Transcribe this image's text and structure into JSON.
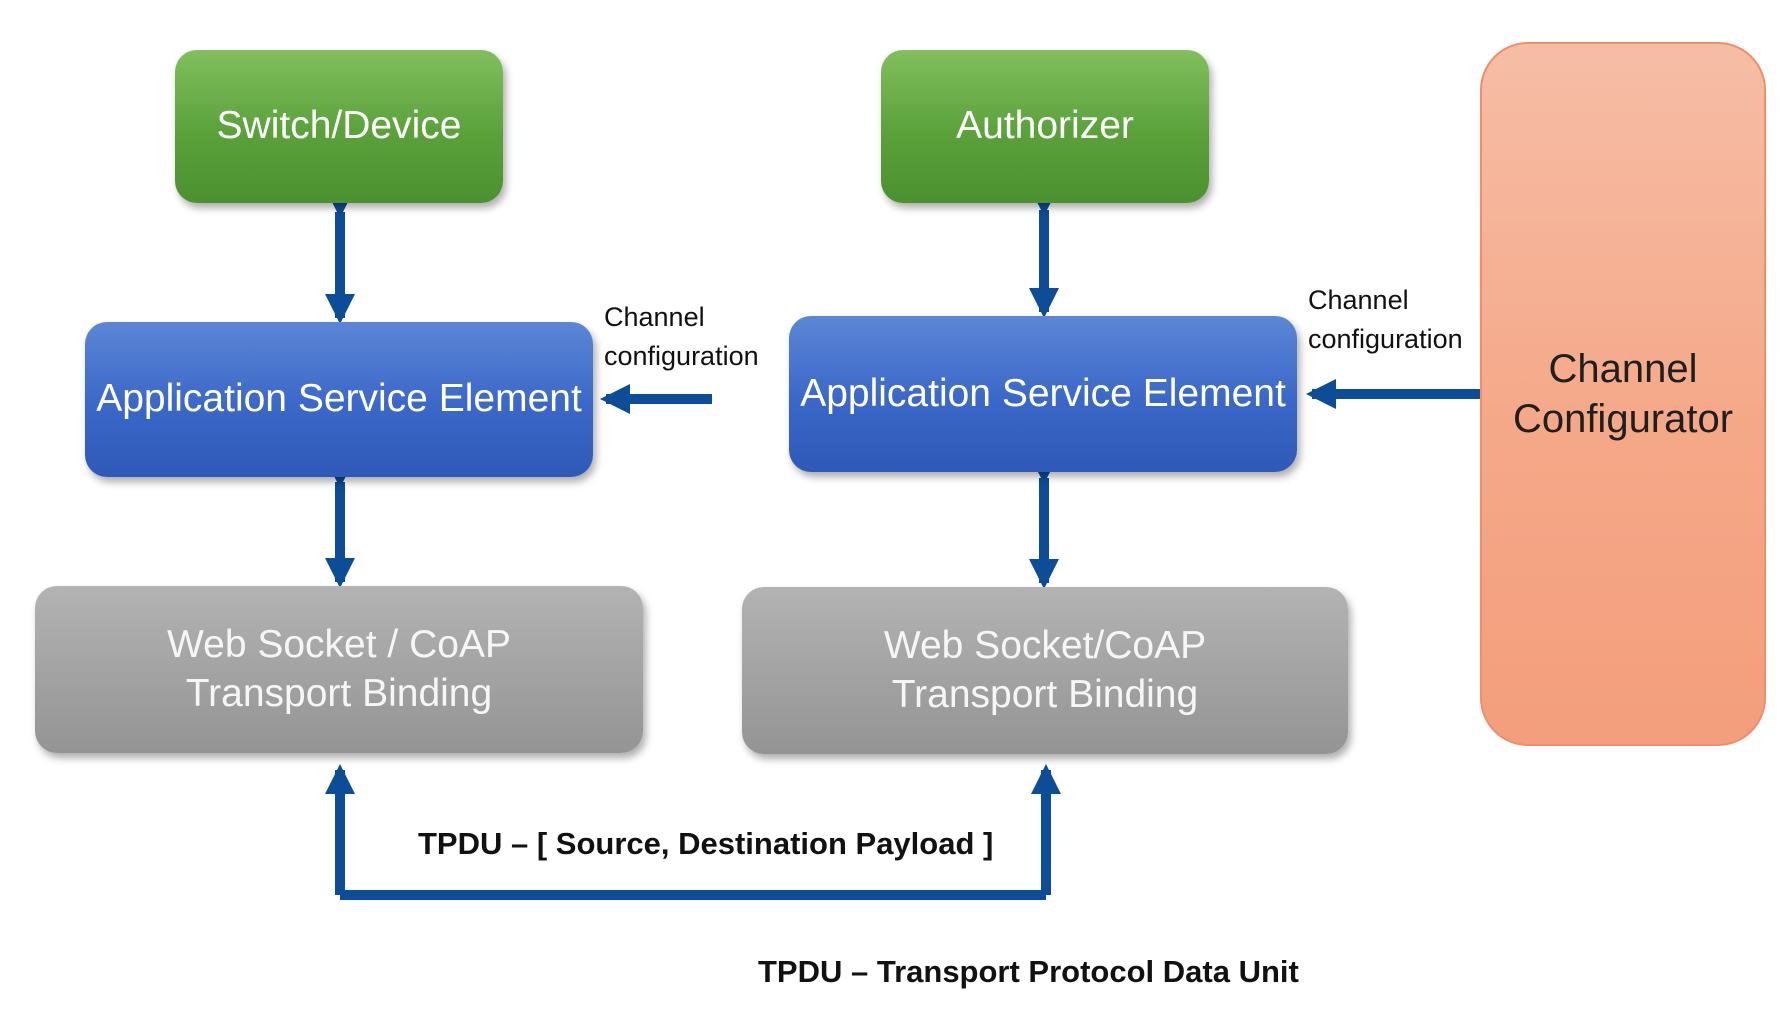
{
  "left_stack": {
    "top_box": "Switch/Device",
    "middle_box": "Application Service Element",
    "bottom_box": [
      "Web Socket / CoAP",
      "Transport Binding"
    ],
    "side_label": [
      "Channel",
      "configuration"
    ]
  },
  "right_stack": {
    "top_box": "Authorizer",
    "middle_box": "Application Service Element",
    "bottom_box": [
      "Web Socket/CoAP",
      "Transport Binding"
    ],
    "side_label": [
      "Channel",
      "configuration"
    ]
  },
  "configurator": [
    "Channel",
    "Configurator"
  ],
  "tpdu_link_label": "TPDU – [ Source, Destination Payload ]",
  "footnote": "TPDU – Transport Protocol Data Unit",
  "colors": {
    "arrow": "#0d4c96",
    "application_box": "#3a67c8",
    "transport_box": "#a2a2a2",
    "endpoint_box": "#5aa13a",
    "configurator_box": "#f5a888"
  }
}
